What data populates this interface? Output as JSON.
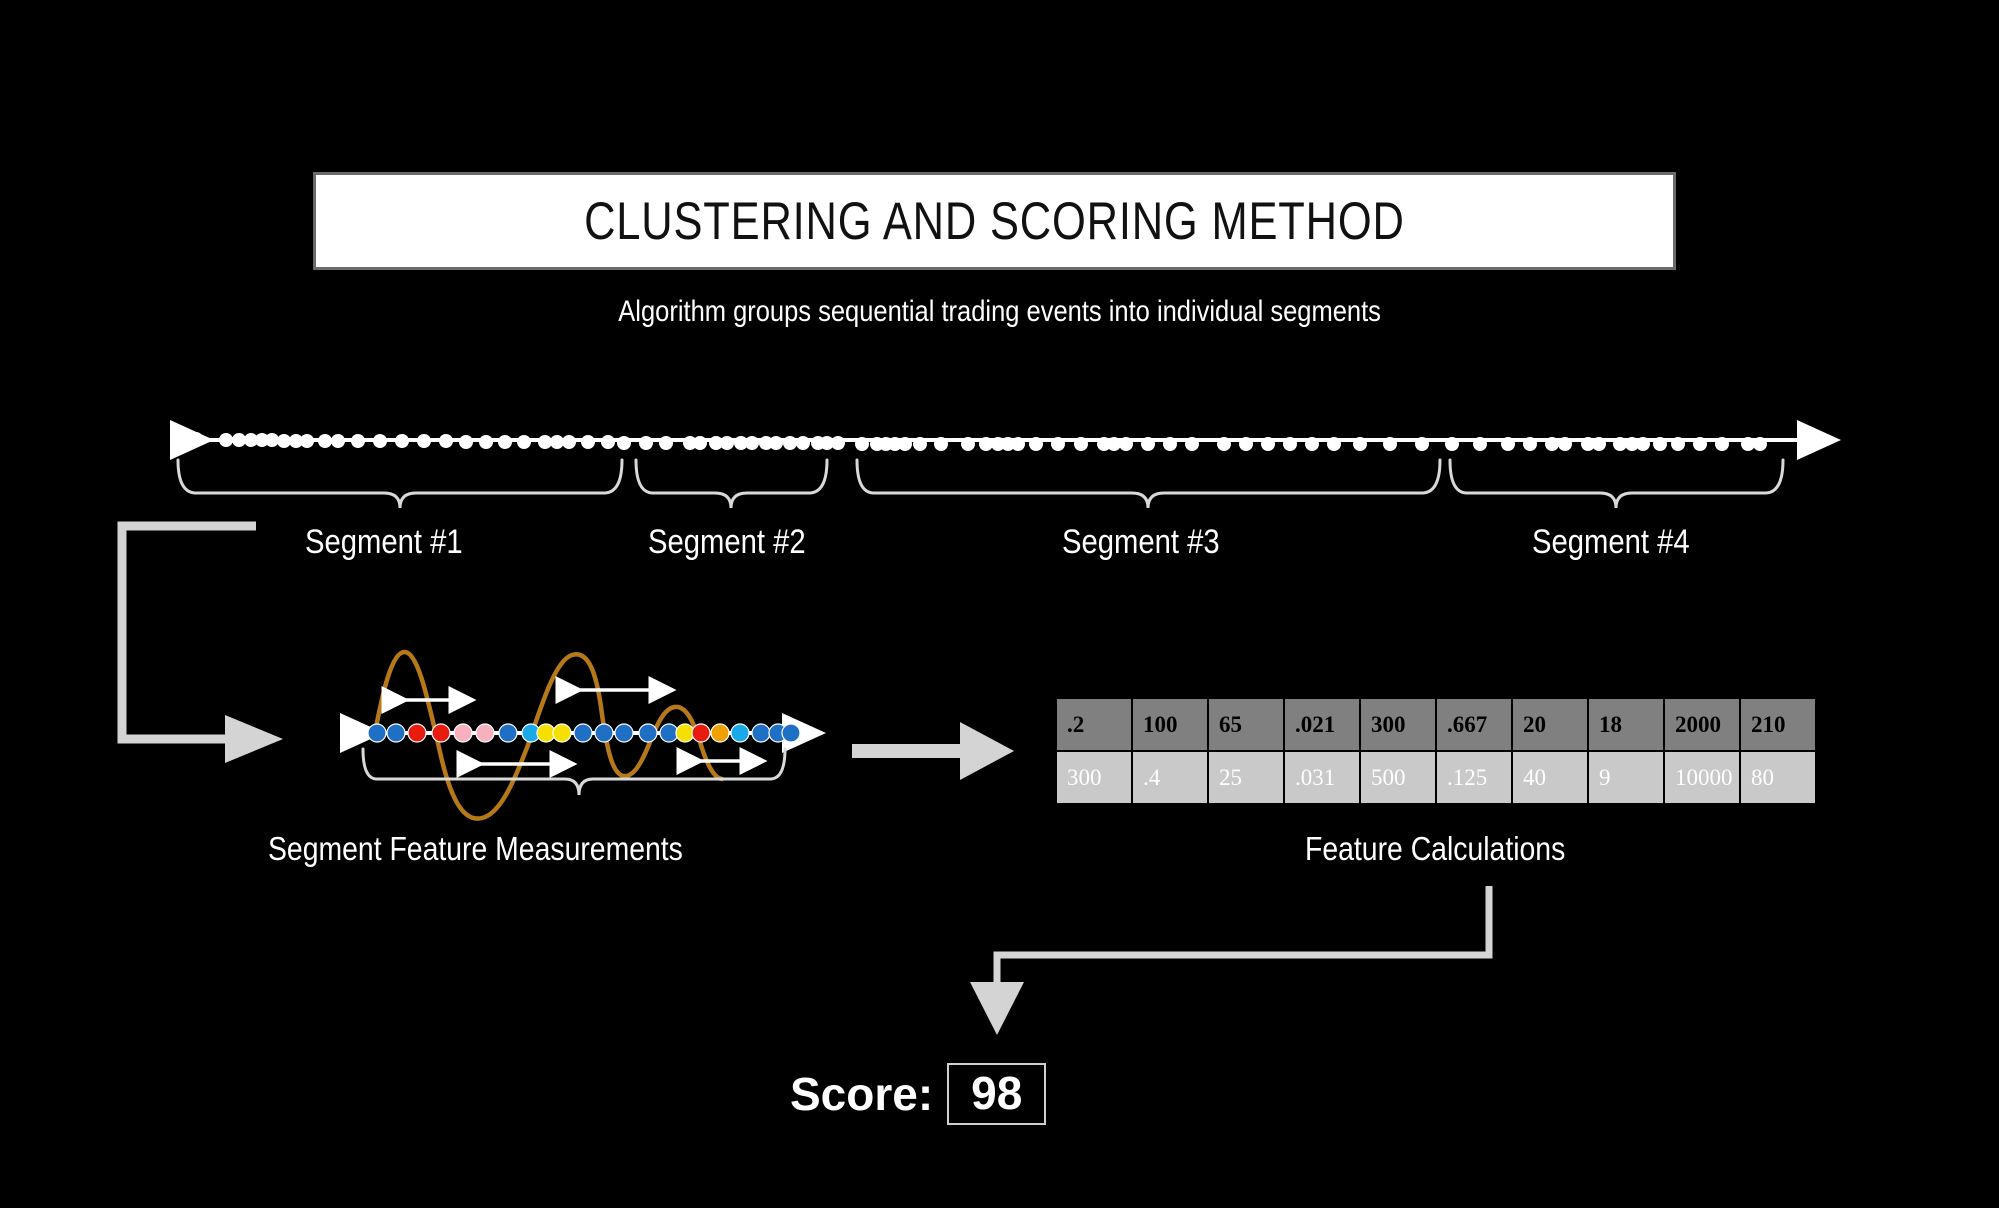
{
  "slide": {
    "background_color": "#000000",
    "title": "CLUSTERING AND SCORING METHOD",
    "subtitle": "Algorithm groups sequential trading events into individual segments"
  },
  "timeline": {
    "name": "event-timeline",
    "axis_style": "double-headed-arrow",
    "dot_color": "#ffffff",
    "segments": [
      {
        "label": "Segment #1"
      },
      {
        "label": "Segment #2"
      },
      {
        "label": "Segment #3"
      },
      {
        "label": "Segment #4"
      }
    ]
  },
  "detail": {
    "caption": "Segment Feature Measurements",
    "curve_color": "#b5791a",
    "axis_style": "double-headed-arrow",
    "measurement_arrows": 4,
    "dot_colors": {
      "blue": "#1f6fc4",
      "light_blue": "#19a8e8",
      "red": "#e81b0f",
      "pink": "#f7b0bd",
      "yellow": "#f5e000",
      "orange": "#f0a000"
    },
    "dot_sequence": [
      "blue",
      "blue",
      "red",
      "red",
      "pink",
      "pink",
      "blue",
      "light_blue",
      "yellow",
      "yellow",
      "blue",
      "blue",
      "blue",
      "blue",
      "blue",
      "yellow",
      "red",
      "orange",
      "light_blue",
      "blue",
      "blue",
      "blue"
    ]
  },
  "table": {
    "caption": "Feature Calculations",
    "rows": [
      {
        "style": "header",
        "cells": [
          ".2",
          "100",
          "65",
          ".021",
          "300",
          ".667",
          "20",
          "18",
          "2000",
          "210"
        ]
      },
      {
        "style": "values",
        "cells": [
          "300",
          ".4",
          "25",
          ".031",
          "500",
          ".125",
          "40",
          "9",
          "10000",
          "80"
        ]
      }
    ],
    "header_bg": "#808080",
    "values_bg": "#c9c9c9"
  },
  "score": {
    "label": "Score:",
    "value": "98"
  },
  "connectors": {
    "color": "#d4d4d4",
    "items": [
      {
        "name": "timeline-to-detail-elbow"
      },
      {
        "name": "detail-to-table-arrow"
      },
      {
        "name": "table-to-score-elbow"
      }
    ]
  }
}
